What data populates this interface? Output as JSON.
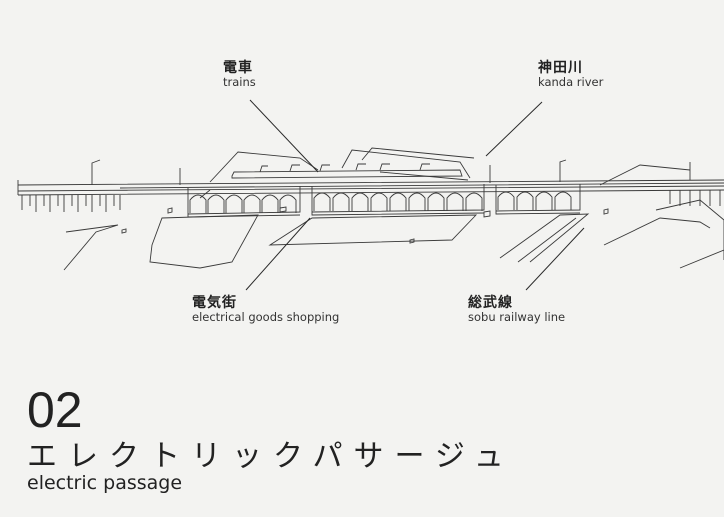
{
  "labels": {
    "trains": {
      "jp": "電車",
      "en": "trains"
    },
    "kanda_river": {
      "jp": "神田川",
      "en": "kanda river"
    },
    "electrical_goods": {
      "jp": "電気街",
      "en": "electrical goods shopping"
    },
    "sobu_line": {
      "jp": "総武線",
      "en": "sobu railway line"
    }
  },
  "title": {
    "number": "02",
    "jp": "エレクトリックパサージュ",
    "en": "electric passage"
  },
  "colors": {
    "background": "#f3f3f1",
    "line": "#333333"
  }
}
